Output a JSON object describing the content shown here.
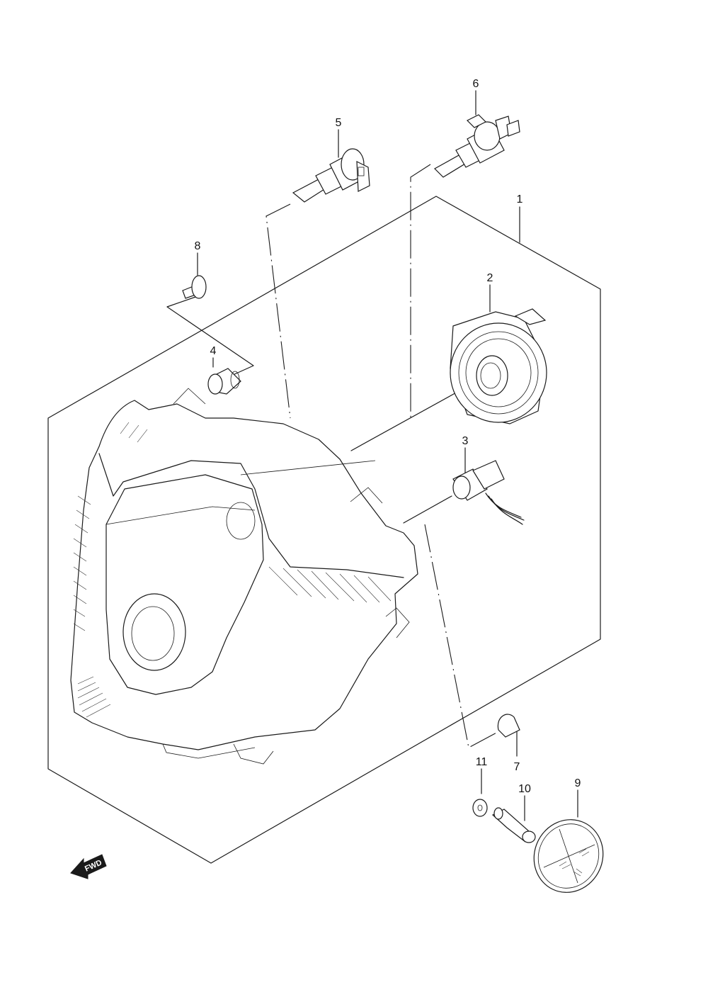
{
  "diagram": {
    "part_labels": [
      "1",
      "2",
      "3",
      "4",
      "5",
      "6",
      "7",
      "8",
      "9",
      "10",
      "11"
    ],
    "direction_badge": "FWD",
    "line_color": "#1a1a1a",
    "background": "#ffffff"
  }
}
